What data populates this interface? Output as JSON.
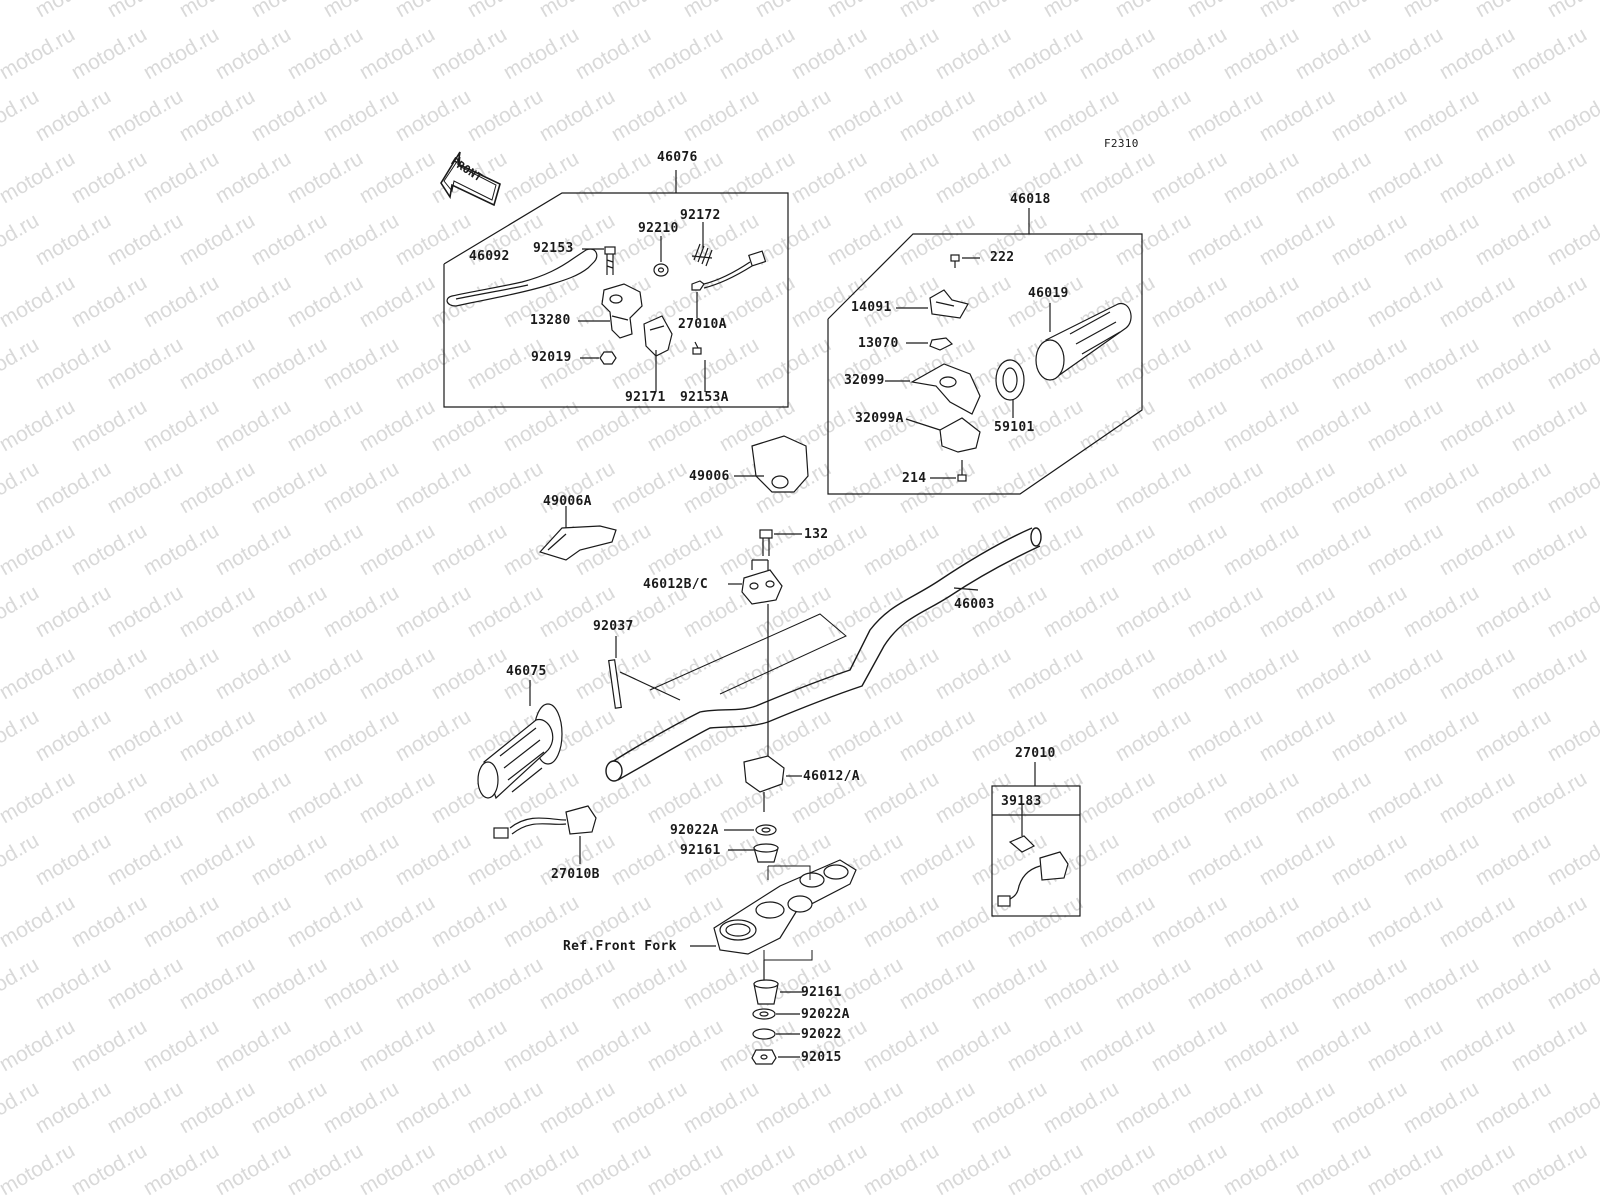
{
  "watermark": "motod.ru",
  "figure_code": "F2310",
  "front_arrow": "FRONT",
  "groups": {
    "clutch_lever_assy": "46076",
    "throttle_assy": "46018",
    "switch_assy": "27010"
  },
  "parts": {
    "p46092": "46092",
    "p92153": "92153",
    "p92210": "92210",
    "p92172": "92172",
    "p13280": "13280",
    "p27010A": "27010A",
    "p92019": "92019",
    "p92171": "92171",
    "p92153A": "92153A",
    "p222": "222",
    "p14091": "14091",
    "p46019": "46019",
    "p13070": "13070",
    "p32099": "32099",
    "p32099A": "32099A",
    "p59101": "59101",
    "p214": "214",
    "p49006": "49006",
    "p49006A": "49006A",
    "p132": "132",
    "p46012BC": "46012B/C",
    "p46003": "46003",
    "p92037": "92037",
    "p46075": "46075",
    "p46012A": "46012/A",
    "p92022A_top": "92022A",
    "p92161_top": "92161",
    "p27010B": "27010B",
    "ref_front_fork": "Ref.Front Fork",
    "p92161_bot": "92161",
    "p92022A_bot": "92022A",
    "p92022": "92022",
    "p92015": "92015",
    "p39183": "39183"
  }
}
